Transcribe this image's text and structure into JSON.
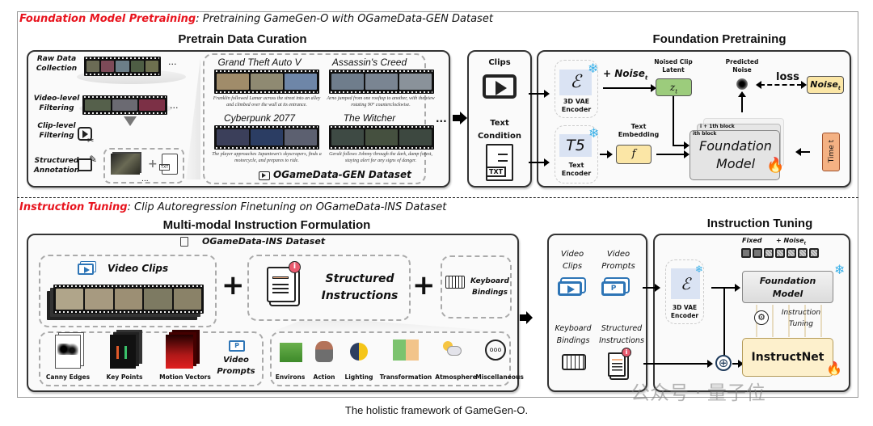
{
  "figure": {
    "caption": "The holistic framework of GameGen-O.",
    "watermark": "公众号 · 量子位",
    "accent_colors": {
      "red": "#e8141e",
      "green": "#9ccc7c",
      "yellow": "#fbe6a6",
      "orange": "#f4b183",
      "blue": "#2e75b6",
      "encoder_bg": "#dae3f3",
      "snow": "#3ab0e8"
    }
  },
  "top": {
    "section_title_red": "Foundation Model Pretraining",
    "section_title_rest": ": Pretraining GameGen-O with OGameData-GEN Dataset",
    "curation": {
      "title": "Pretrain Data Curation",
      "steps": [
        {
          "label": "Raw Data Collection"
        },
        {
          "label": "Video-level Filtering"
        },
        {
          "label": "Clip-level Filtering"
        },
        {
          "label": "Structured Annotation"
        }
      ],
      "ellipsis": "...",
      "plus": "+",
      "txt": "TXT",
      "dataset_label": "OGameData-GEN Dataset",
      "games": [
        {
          "title": "Grand Theft Auto V",
          "caption": "Franklin followed Lamar across the street into an alley and climbed over the wall at its entrance."
        },
        {
          "title": "Assassin's Creed",
          "caption": "Arno jumped from one rooftop to another, with the view rotating 90° counterclockwise."
        },
        {
          "title": "Cyberpunk 2077",
          "caption": "The player approaches Japantown's skyscrapers, finds a motorcycle, and prepares to ride."
        },
        {
          "title": "The Witcher",
          "caption": "Geralt follows Johnny through the dark, damp forest, staying alert for any signs of danger."
        }
      ]
    },
    "inputs": {
      "clips": "Clips",
      "text_condition": "Text Condition",
      "txt": "TXT"
    },
    "pretraining": {
      "title": "Foundation Pretraining",
      "vae_symbol": "ℰ",
      "vae_label": "3D VAE Encoder",
      "t5_symbol": "T5",
      "t5_label": "Text Encoder",
      "noise_add": "+ Noise",
      "noise_sub": "t",
      "noised_latent_label": "Noised Clip Latent",
      "latent_symbol": "z",
      "latent_sub": "t",
      "text_embedding_label": "Text Embedding",
      "embedding_symbol": "f",
      "predicted_noise_label": "Predicted Noise",
      "loss_label": "loss",
      "target_noise": "Noise",
      "target_noise_sub": "t",
      "block_back": "i + 1th block",
      "block_front": "ith block",
      "model_label": "Foundation Model",
      "time_label": "Time t"
    }
  },
  "bottom": {
    "section_title_red": "Instruction Tuning",
    "section_title_rest": ": Clip Autoregression Finetuning on OGameData-INS Dataset",
    "formulation": {
      "title": "Multi-modal Instruction Formulation",
      "dataset_label": "OGameData-INS Dataset",
      "video_clips": "Video Clips",
      "structured_instructions": "Structured Instructions",
      "keyboard_bindings": "Keyboard Bindings",
      "plus": "+",
      "video_prompts": "Video Prompts",
      "prompt_types": [
        "Canny Edges",
        "Key Points",
        "Motion Vectors"
      ],
      "instruction_types": [
        "Environs",
        "Action",
        "Lighting",
        "Transformation",
        "Atmosphere",
        "Miscellaneous"
      ],
      "misc_symbol": "ooo",
      "p_symbol": "P"
    },
    "inputs": {
      "video_clips": "Video Clips",
      "video_prompts": "Video Prompts",
      "keyboard_bindings": "Keyboard Bindings",
      "structured_instructions": "Structured Instructions"
    },
    "tuning": {
      "title": "Instruction Tuning",
      "fixed_label": "Fixed",
      "noise_label": "+ Noise",
      "noise_sub": "t",
      "fixed_tokens": 2,
      "noised_tokens": 5,
      "vae_symbol": "ℰ",
      "vae_label": "3D VAE Encoder",
      "model_label": "Foundation Model",
      "tuning_label": "Instruction Tuning",
      "instructnet_label": "InstructNet",
      "combine_symbol": "⊕"
    }
  }
}
